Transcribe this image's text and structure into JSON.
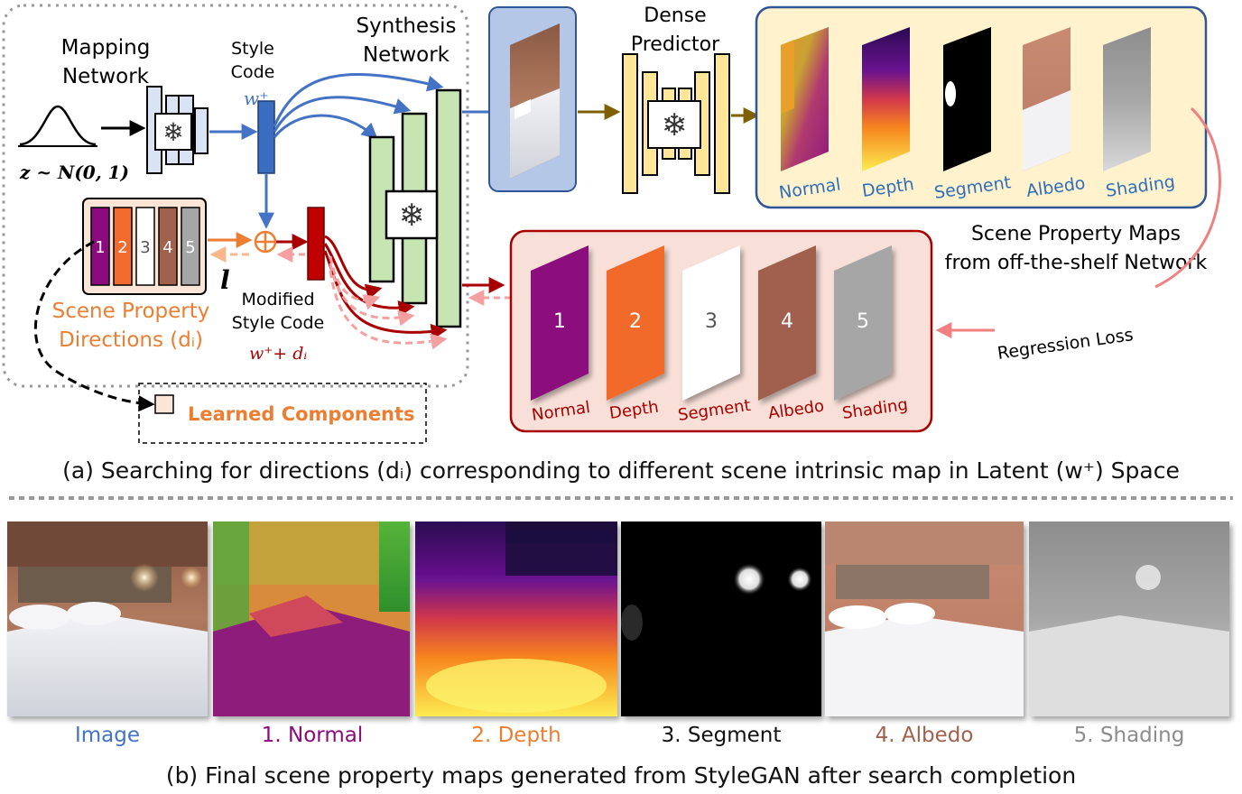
{
  "part_a": {
    "mapping_network_label_1": "Mapping",
    "mapping_network_label_2": "Network",
    "noise_label": "z ~ N(0, 1)",
    "style_code_label_1": "Style",
    "style_code_label_2": "Code",
    "w_plus": "w⁺",
    "synthesis_label_1": "Synthesis",
    "synthesis_label_2": "Network",
    "dense_predictor_label_1": "Dense",
    "dense_predictor_label_2": "Predictor",
    "direction_numbers": [
      "1",
      "2",
      "3",
      "4",
      "5"
    ],
    "l_label": "l",
    "scene_property_label_1": "Scene Property",
    "scene_property_label_2": "Directions (dᵢ)",
    "modified_label_1": "Modified",
    "modified_label_2": "Style Code",
    "modified_formula": "w⁺+ dᵢ",
    "learned_components": "Learned Components",
    "predicted_maps": [
      "Normal",
      "Depth",
      "Segment",
      "Albedo",
      "Shading"
    ],
    "scene_maps_label_1": "Scene Property Maps",
    "scene_maps_label_2": "from off-the-shelf Network",
    "regression_loss": "Regression Loss",
    "generated_maps": [
      {
        "num": "1",
        "name": "Normal"
      },
      {
        "num": "2",
        "name": "Depth"
      },
      {
        "num": "3",
        "name": "Segment"
      },
      {
        "num": "4",
        "name": "Albedo"
      },
      {
        "num": "5",
        "name": "Shading"
      }
    ],
    "caption": "(a) Searching for directions (dᵢ) corresponding to different scene intrinsic map in Latent (w⁺) Space"
  },
  "part_b": {
    "images": [
      "Image",
      "1. Normal",
      "2. Depth",
      "3. Segment",
      "4. Albedo",
      "5. Shading"
    ],
    "caption": "(b) Final scene property maps generated from StyleGAN after search completion"
  },
  "colors": {
    "blue": "#4472C4",
    "orange": "#ED7D31",
    "dark_red": "#A80000",
    "normal": "#8B0A7E",
    "depth": "#F26B2C",
    "albedo": "#A0614D",
    "shading": "#A6A6A6",
    "synth_green": "#C6E5B3",
    "predictor_yellow": "#FFE699",
    "mapping_blue": "#DAE3F3"
  }
}
